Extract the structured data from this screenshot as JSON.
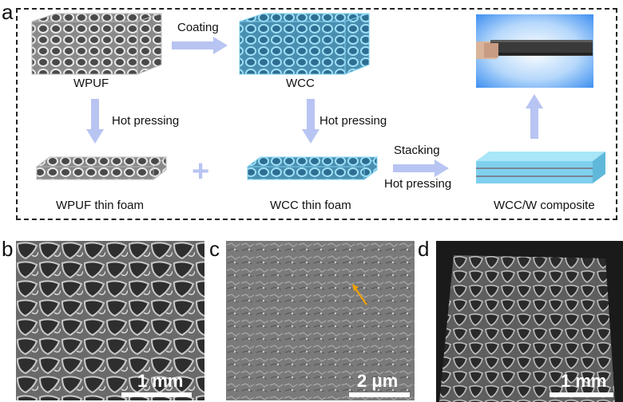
{
  "panels": {
    "a": "a",
    "b": "b",
    "c": "c",
    "d": "d"
  },
  "schematic": {
    "wpuf": "WPUF",
    "wcc": "WCC",
    "coating": "Coating",
    "hot_pressing_left": "Hot pressing",
    "hot_pressing_mid": "Hot pressing",
    "stacking": "Stacking",
    "hot_pressing_right": "Hot pressing",
    "wpuf_thin": "WPUF thin foam",
    "wcc_thin": "WCC thin foam",
    "composite": "WCC/W composite"
  },
  "scalebars": {
    "b": "1 mm",
    "c": "2 μm",
    "d": "1 mm"
  },
  "colors": {
    "arrow": "#b8c4f2",
    "wcc_blue": "#7fd0ee",
    "wpuf_gray": "#cfcfcf"
  }
}
